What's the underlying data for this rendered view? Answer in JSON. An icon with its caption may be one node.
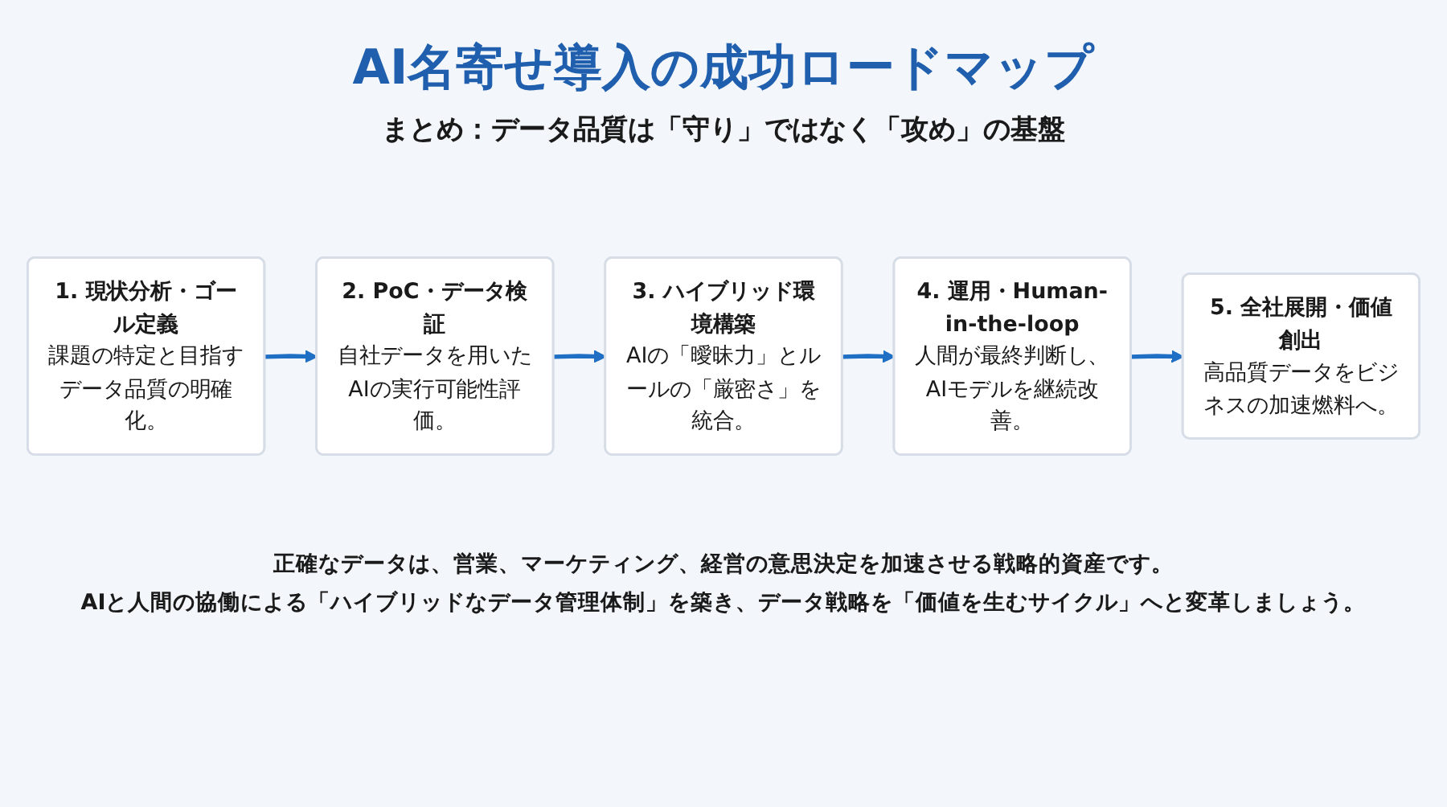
{
  "diagram": {
    "title": "AI名寄せ導入の成功ロードマップ",
    "nodes": [
      {
        "text": [
          "1. 現状分析・ゴール定義",
          "課題の特定と目指すデータ品質の明確化。"
        ]
      },
      {
        "text": [
          "2. PoC・データ検証",
          "自社データを用いたAIの実行可能性評価。"
        ]
      },
      {
        "text": [
          "3. ハイブリッド環境構築",
          "AIの「曖昧力」とルールの「厳密さ」を統合。"
        ]
      },
      {
        "text": [
          "4. 運用・Human-in-the-loop",
          "人間が最終判断し、AIモデルを継続改善。"
        ]
      },
      {
        "text": [
          "5. 全社展開・価値創出",
          "高品質データをビジネスの加速燃料へ。"
        ]
      }
    ],
    "edges": [
      {
        "from": 0,
        "to": 1,
        "arrow": "to"
      },
      {
        "from": 1,
        "to": 2,
        "arrow": "to"
      },
      {
        "from": 2,
        "to": 3,
        "arrow": "to"
      },
      {
        "from": 3,
        "to": 4,
        "arrow": "to"
      }
    ],
    "labels": [
      "まとめ：データ品質は「守り」ではなく「攻め」の基盤",
      "正確なデータは、営業、マーケティング、経営の意思決定を加速させる戦略的資産です。",
      "AIと人間の協働による「ハイブリッドなデータ管理体制」を築き、データ戦略を「価値を生むサイクル」へと変革しましょう。"
    ]
  }
}
